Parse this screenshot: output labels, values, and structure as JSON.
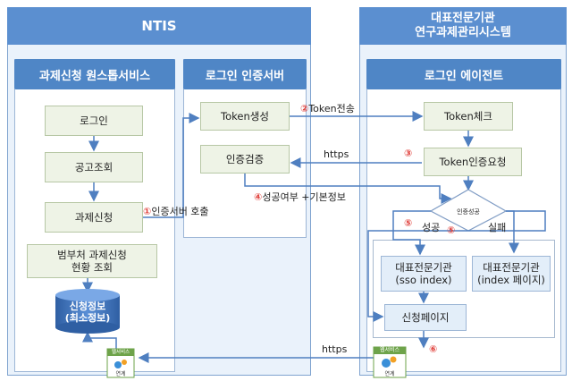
{
  "ntis": {
    "title": "NTIS",
    "left_header": "과제신청 원스톱서비스",
    "steps": [
      "로그인",
      "공고조회",
      "과제신청",
      "범부처 과제신청\n현황 조회"
    ],
    "db_label": "신청정보\n(최소정보)",
    "auth_header": "로그인 인증서버",
    "token_create": "Token생성",
    "auth_verify": "인증검증",
    "web_service": "웹서비스",
    "link": "연계"
  },
  "agency": {
    "title": "대표전문기관\n연구과제관리시스템",
    "agent_header": "로그인 에이전트",
    "token_check": "Token체크",
    "token_request": "Token인증요청",
    "decision": "인증성공",
    "success": "성공",
    "fail": "실패",
    "sso_index": "대표전문기관\n(sso index)",
    "index_page": "대표전문기관\n(index 페이지)",
    "apply_page": "신청페이지",
    "web_service": "웹서비스",
    "link": "연계"
  },
  "flows": {
    "f1_num": "①",
    "f1": "인증서버 호출",
    "f2_num": "②",
    "f2": "Token전송",
    "f3_num": "③",
    "https1": "https",
    "f4_num": "④",
    "f4": "성공여부 +기본정보",
    "f5_num": "⑤",
    "f6_num": "⑥",
    "https2": "https"
  },
  "colors": {
    "header": "#5b8fd0",
    "number": "#e0413c",
    "arrow": "#4f7fc0",
    "panel": "#eaf2fb"
  }
}
